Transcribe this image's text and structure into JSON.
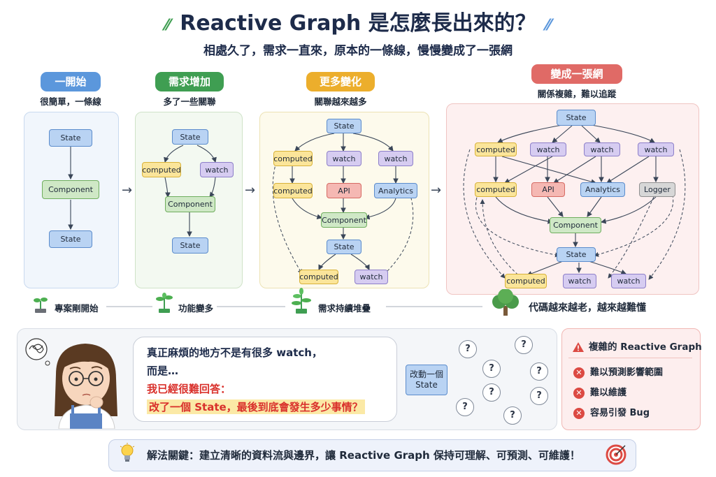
{
  "header": {
    "title": "Reactive Graph 是怎麼長出來的？",
    "subtitle": "相處久了，需求一直來，原本的一條線，慢慢變成了一張網"
  },
  "stages": [
    {
      "label": "一開始",
      "sub": "很簡單，一條線",
      "color": "#5b97dc"
    },
    {
      "label": "需求增加",
      "sub": "多了一些關聯",
      "color": "#3f9e52"
    },
    {
      "label": "更多變化",
      "sub": "關聯越來越多",
      "color": "#ecae2c"
    },
    {
      "label": "變成一張網",
      "sub": "關係複雜，難以追蹤",
      "color": "#e06a66"
    }
  ],
  "nodes": {
    "state": "State",
    "component": "Component",
    "computed": "computed",
    "watch": "watch",
    "api": "API",
    "analytics": "Analytics",
    "logger": "Logger"
  },
  "timeline": {
    "t1": "專案剛開始",
    "t2": "功能變多",
    "t3": "需求持續堆疊",
    "t4": "代碼越來越老，越來越難懂"
  },
  "speech": {
    "line1": "真正麻煩的地方不是有很多 watch，",
    "line2": "而是…",
    "line3": "我已經很難回答：",
    "line4": "改了一個 State，最後到底會發生多少事情？"
  },
  "change_node": {
    "line1": "改動一個",
    "line2": "State",
    "q": "?"
  },
  "side": {
    "title": "複雜的 Reactive Graph",
    "items": [
      "難以預測影響範圍",
      "難以維護",
      "容易引發 Bug"
    ]
  },
  "key": {
    "text": "解法關鍵：建立清晰的資料流與邊界，讓 Reactive Graph 保持可理解、可預測、可維護！"
  },
  "colors": {
    "navy": "#1d2b4a",
    "red": "#d9302b",
    "highlight": "#fbe9a6"
  }
}
